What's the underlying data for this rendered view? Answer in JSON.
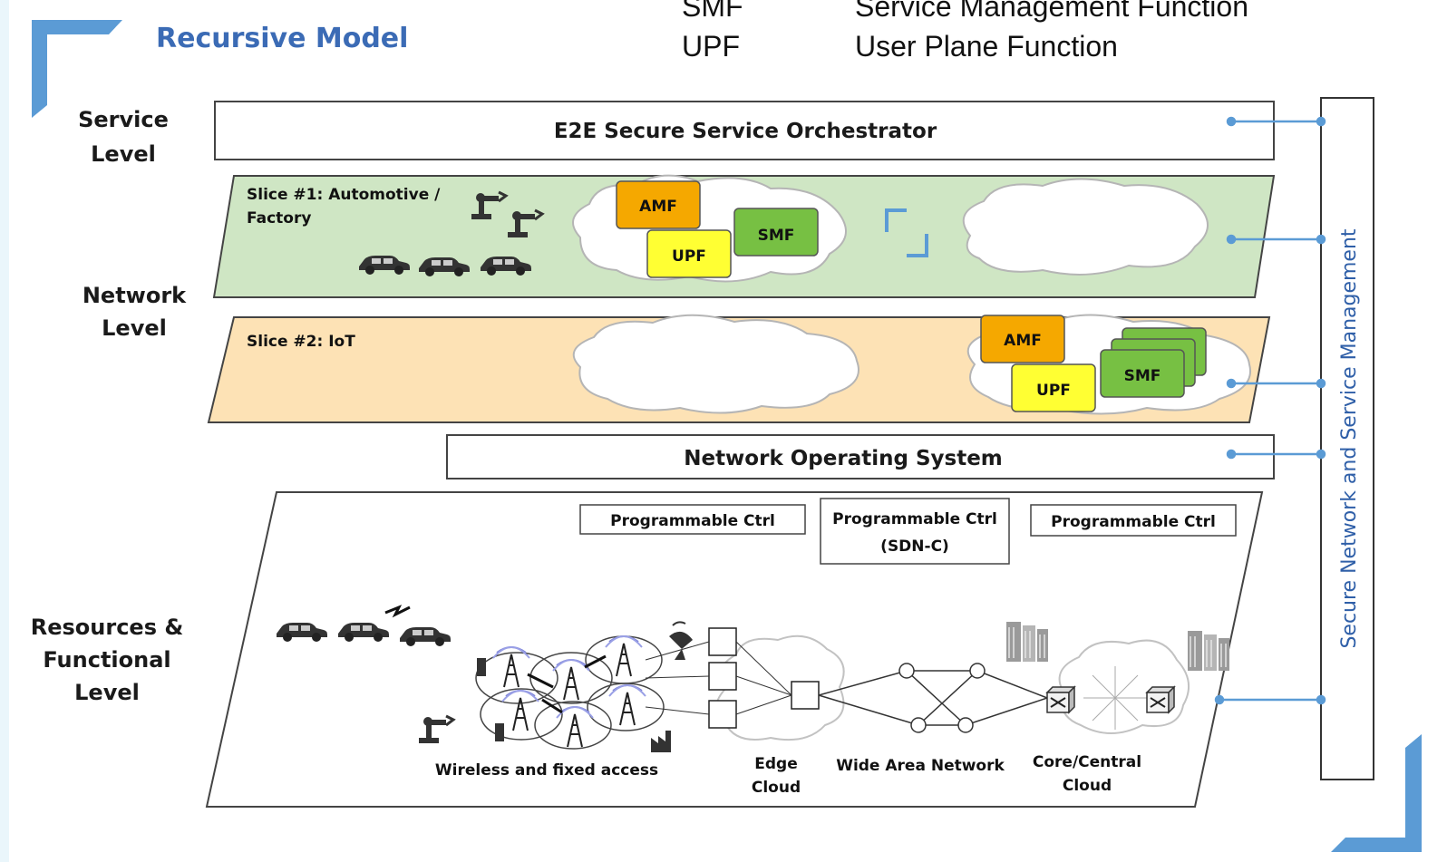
{
  "page": {
    "title": "Recursive Model"
  },
  "abbreviations": [
    {
      "code": "SMF",
      "meaning": "Service Management Function"
    },
    {
      "code": "UPF",
      "meaning": "User Plane Function"
    }
  ],
  "levels": {
    "service": [
      "Service",
      "Level"
    ],
    "network": [
      "Network",
      "Level"
    ],
    "resources": [
      "Resources &",
      "Functional",
      "Level"
    ]
  },
  "orchestrator": "E2E Secure Service Orchestrator",
  "slice1": {
    "label_line1": "Slice #1: Automotive /",
    "label_line2": "Factory",
    "functions": {
      "amf": "AMF",
      "upf": "UPF",
      "smf": "SMF"
    }
  },
  "slice2": {
    "label": "Slice #2: IoT",
    "functions": {
      "amf": "AMF",
      "upf": "UPF",
      "smf": "SMF"
    }
  },
  "nos": "Network Operating System",
  "controllers": {
    "left": "Programmable Ctrl",
    "middle_line1": "Programmable Ctrl",
    "middle_line2": "(SDN-C)",
    "right": "Programmable Ctrl"
  },
  "resource_labels": {
    "access": "Wireless and fixed access",
    "edge_line1": "Edge",
    "edge_line2": "Cloud",
    "wan": "Wide Area Network",
    "core_line1": "Core/Central",
    "core_line2": "Cloud"
  },
  "management_bar": "Secure Network and Service Management",
  "colors": {
    "slice1_fill": "#cfe6c4",
    "slice2_fill": "#fde2b5",
    "amf": "#f5a800",
    "upf": "#ffff33",
    "smf": "#77c043",
    "accent": "#5b9bd5",
    "title": "#3b6bb5"
  }
}
